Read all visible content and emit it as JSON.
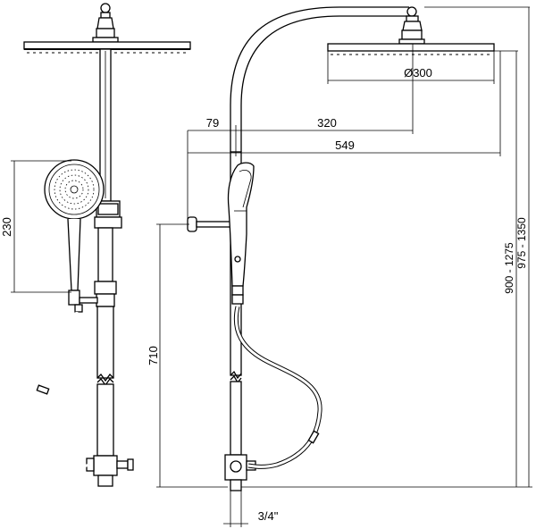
{
  "dimensions": {
    "hand_shower_height": "230",
    "head_diameter": "Ø300",
    "rail_offset": "79",
    "arm_reach": "320",
    "total_reach": "549",
    "bracket_height": "710",
    "adjustable_height": "900 - 1275",
    "total_height": "975 - 1350",
    "inlet_size": "3/4\""
  }
}
